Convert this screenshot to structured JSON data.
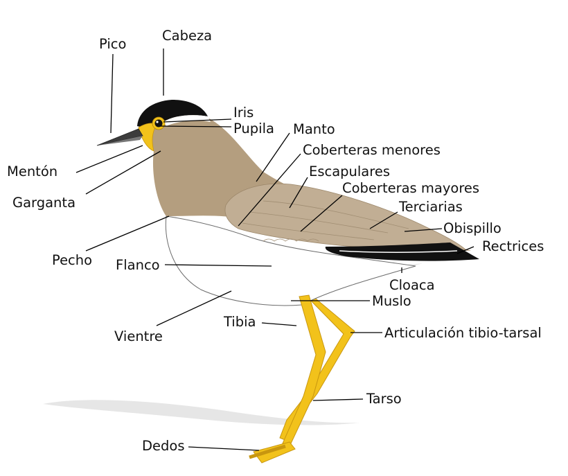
{
  "colors": {
    "background": "#ffffff",
    "body_brown": "#b49e7f",
    "wing_brown": "#bfad93",
    "crown": "#111111",
    "eye_ring": "#f2c21b",
    "legs": "#f2c21b",
    "underparts": "#ffffff",
    "shadow": "#e9e9e9"
  },
  "labels": {
    "pico": "Pico",
    "cabeza": "Cabeza",
    "iris": "Iris",
    "pupila": "Pupila",
    "manto": "Manto",
    "coberteras_menores": "Coberteras menores",
    "escapulares": "Escapulares",
    "coberteras_mayores": "Coberteras mayores",
    "terciarias": "Terciarias",
    "obispillo": "Obispillo",
    "rectrices": "Rectrices",
    "menton": "Mentón",
    "garganta": "Garganta",
    "pecho": "Pecho",
    "flanco": "Flanco",
    "cloaca": "Cloaca",
    "muslo": "Muslo",
    "tibia": "Tibia",
    "articulacion": "Articulación tibio-tarsal",
    "vientre": "Vientre",
    "tarso": "Tarso",
    "dedos": "Dedos"
  }
}
